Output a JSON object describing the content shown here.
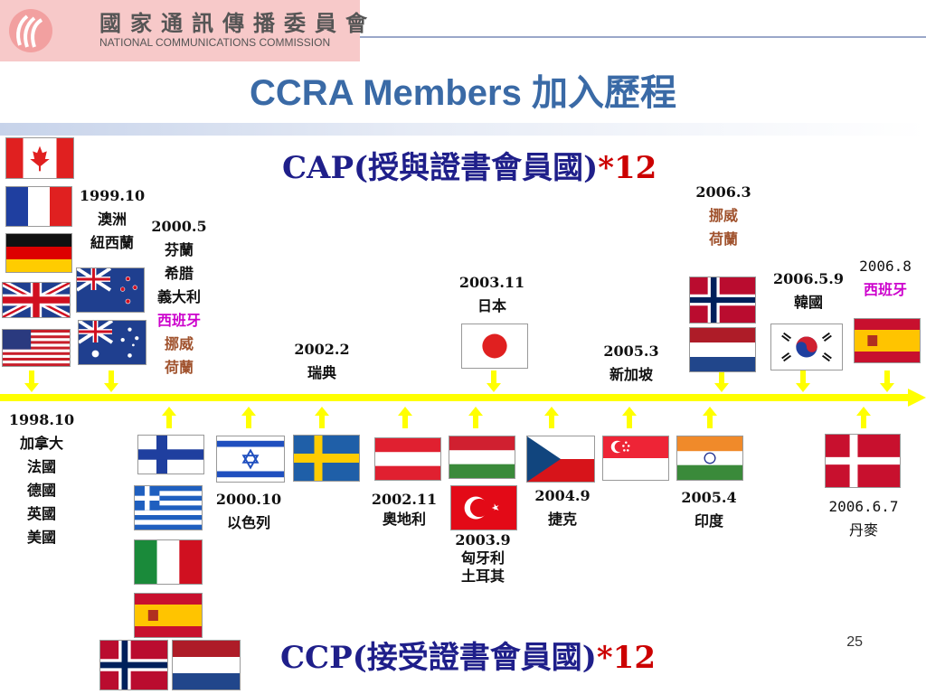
{
  "header": {
    "org_name_cn": "國家通訊傳播委員會",
    "org_name_en": "NATIONAL COMMUNICATIONS COMMISSION"
  },
  "slide": {
    "title_en": "CCRA Members",
    "title_cn": "加入歷程",
    "cap_heading_a": "CAP(授與證書會員國)",
    "cap_heading_b": "*12",
    "ccp_heading_a": "CCP(接受證書會員國)",
    "ccp_heading_b": "*12",
    "page_number": "25"
  },
  "timeline": {
    "cap": [
      {
        "date": "1998.10",
        "lines": [
          "加拿大",
          "法國",
          "德國",
          "英國",
          "美國"
        ]
      },
      {
        "date": "1999.10",
        "lines": [
          "澳洲",
          "紐西蘭"
        ]
      },
      {
        "date": "2000.5",
        "lines": [
          "芬蘭",
          "希腊",
          "義大利"
        ],
        "red": "西班牙",
        "brown": [
          "挪威",
          "荷蘭"
        ]
      },
      {
        "date": "2002.2",
        "lines": [
          "瑞典"
        ]
      },
      {
        "date": "2003.11",
        "lines": [
          "日本"
        ]
      },
      {
        "date": "2005.3",
        "lines": [
          "新加坡"
        ]
      },
      {
        "date": "2006.3",
        "brown": [
          "挪威",
          "荷蘭"
        ]
      },
      {
        "date": "2006.5.9",
        "lines": [
          "韓國"
        ]
      },
      {
        "date": "2006.8",
        "red": "西班牙"
      }
    ],
    "ccp": [
      {
        "date": "2000.10",
        "lines": [
          "以色列"
        ]
      },
      {
        "date": "2002.11",
        "lines": [
          "奧地利"
        ]
      },
      {
        "date": "2003.9",
        "lines": [
          "匈牙利",
          "土耳其"
        ]
      },
      {
        "date": "2004.9",
        "lines": [
          "捷克"
        ]
      },
      {
        "date": "2005.4",
        "lines": [
          "印度"
        ]
      },
      {
        "date": "2006.6.7",
        "lines": [
          "丹麥"
        ]
      }
    ]
  },
  "colors": {
    "title_blue": "#3a6aa6",
    "heading_navy": "#1f1f8a",
    "timeline_yellow": "#ffff00",
    "highlight_red": "#cc00cc",
    "brown": "#a0522d"
  }
}
